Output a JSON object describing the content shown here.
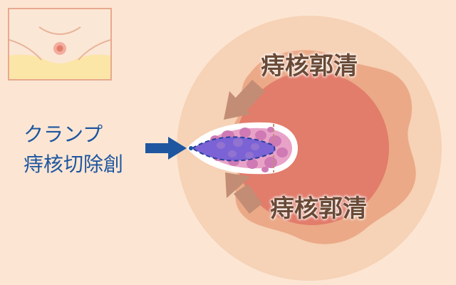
{
  "labels": {
    "excision_top": "痔核郭清",
    "excision_bottom": "痔核郭清",
    "clamp_line1": "クランプ",
    "clamp_line2": "痔核切除創"
  },
  "colors": {
    "background": "#fce6d3",
    "outer_ring": "#f6d2b6",
    "tissue": "#eba987",
    "anal_canal": "#e27c6b",
    "wound_white": "#ffffff",
    "hemorrhoid_pink": "#e8a2c7",
    "hemorrhoid_dots": "#cf7ab4",
    "clamp_blue": "#7b63d6",
    "arrow_blue": "#1e56a0",
    "arrow_brown": "#c38d75",
    "text_brown": "#6a4a36",
    "text_blue": "#1e56a0"
  }
}
